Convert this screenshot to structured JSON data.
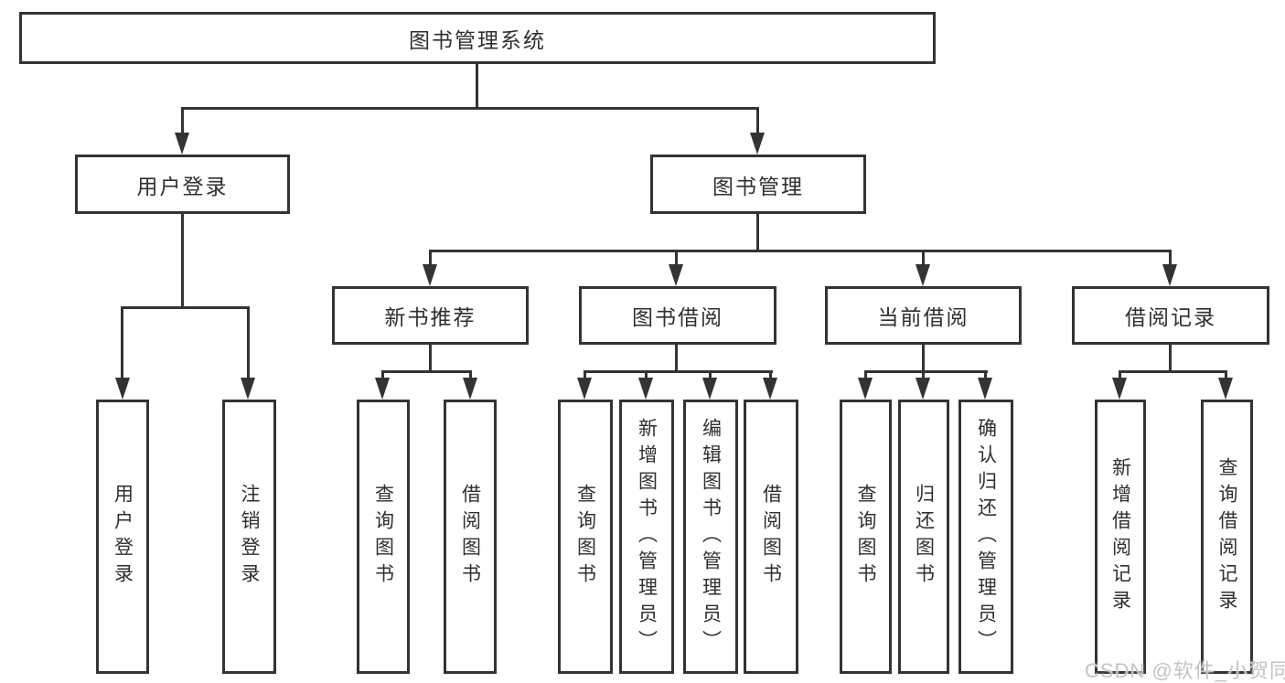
{
  "nodes": {
    "root": "图书管理系统",
    "user_login": "用户登录",
    "book_mgmt": "图书管理",
    "new_book_rec": "新书推荐",
    "book_borrow": "图书借阅",
    "current_borrow": "当前借阅",
    "borrow_records": "借阅记录"
  },
  "leaves": {
    "user_login": "用户登录",
    "logout": "注销登录",
    "rec_query_book": "查询图书",
    "rec_borrow_book": "借阅图书",
    "bb_query_book": "查询图书",
    "bb_add_book": "新增图书（管理员）",
    "bb_edit_book": "编辑图书（管理员）",
    "bb_borrow_book": "借阅图书",
    "cb_query_book": "查询图书",
    "cb_return_book": "归还图书",
    "cb_confirm_return": "确认归还（管理员）",
    "br_add_record": "新增借阅记录",
    "br_query_record": "查询借阅记录"
  },
  "watermark": "CSDN @软件_小贺同学",
  "colors": {
    "line": "#333333",
    "box_border": "#333333",
    "text": "#2f2f2f",
    "watermark": "#c0c4ca",
    "background": "#ffffff"
  }
}
